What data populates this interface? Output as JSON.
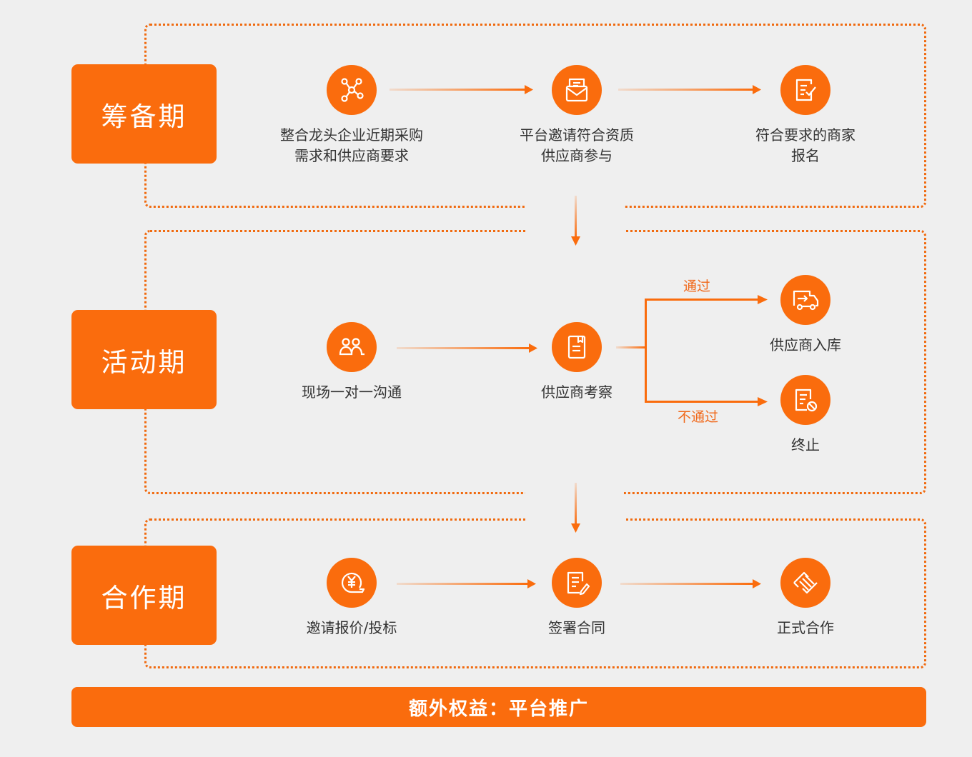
{
  "phases": [
    {
      "title": "筹备期",
      "steps": [
        {
          "lines": [
            "整合龙头企业近期采购",
            "需求和供应商要求"
          ],
          "icon": "network-nodes-icon"
        },
        {
          "lines": [
            "平台邀请符合资质",
            "供应商参与"
          ],
          "icon": "envelope-icon"
        },
        {
          "lines": [
            "符合要求的商家",
            "报名"
          ],
          "icon": "form-check-icon"
        }
      ]
    },
    {
      "title": "活动期",
      "steps": [
        {
          "lines": [
            "现场一对一沟通"
          ],
          "icon": "people-icon"
        },
        {
          "lines": [
            "供应商考察"
          ],
          "icon": "notebook-icon"
        },
        {
          "lines": [
            "供应商入库"
          ],
          "icon": "truck-icon"
        },
        {
          "lines": [
            "终止"
          ],
          "icon": "document-stop-icon"
        }
      ],
      "branches": {
        "pass": "通过",
        "fail": "不通过"
      }
    },
    {
      "title": "合作期",
      "steps": [
        {
          "lines": [
            "邀请报价/投标"
          ],
          "icon": "yuan-coin-icon"
        },
        {
          "lines": [
            "签署合同"
          ],
          "icon": "contract-pen-icon"
        },
        {
          "lines": [
            "正式合作"
          ],
          "icon": "handshake-icon"
        }
      ]
    }
  ],
  "footer": "额外权益：平台推广",
  "colors": {
    "accent": "#fa6c0d",
    "background": "#efefef",
    "text": "#333333"
  }
}
